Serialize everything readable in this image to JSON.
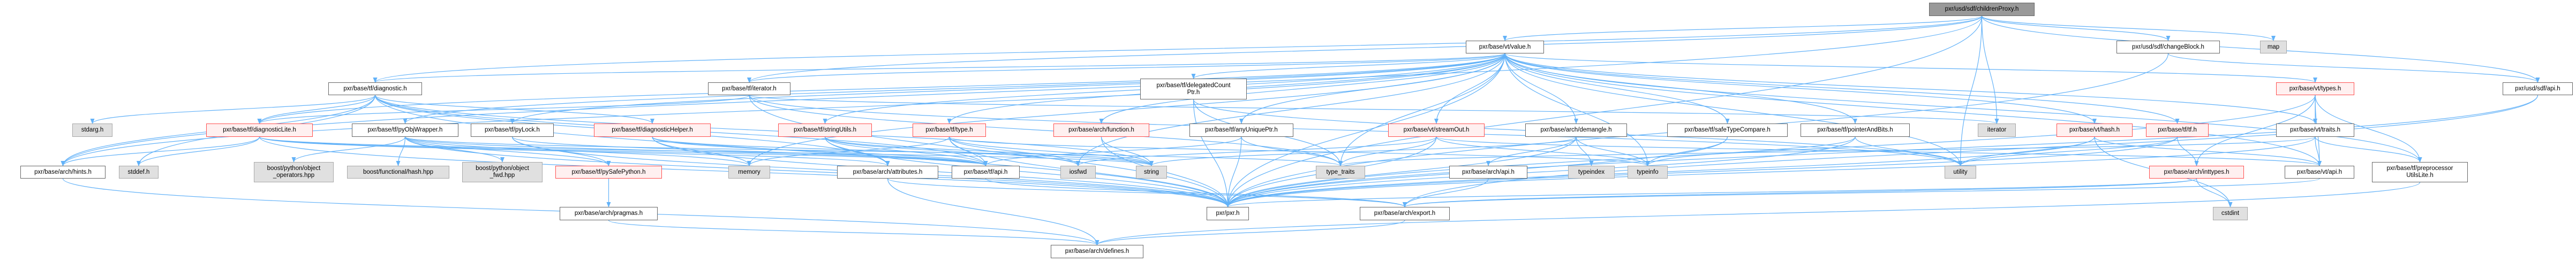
{
  "graph": {
    "title": "pxr/usd/sdf/childrenProxy.h",
    "colors": {
      "edge": "#63b2f8",
      "red_border": "#ff4f4f",
      "red_fill": "#fff0f0",
      "gray_fill": "#e0e0e0",
      "root_fill": "#999999"
    },
    "nodes": [
      {
        "id": "root",
        "label": "pxr/usd/sdf/childrenProxy.h",
        "kind": "root"
      },
      {
        "id": "value",
        "label": "pxr/base/vt/value.h",
        "kind": "normal"
      },
      {
        "id": "changeBlock",
        "label": "pxr/usd/sdf/changeBlock.h",
        "kind": "normal"
      },
      {
        "id": "map",
        "label": "map",
        "kind": "gray"
      },
      {
        "id": "diagnostic",
        "label": "pxr/base/tf/diagnostic.h",
        "kind": "normal"
      },
      {
        "id": "tfIterator",
        "label": "pxr/base/tf/iterator.h",
        "kind": "normal"
      },
      {
        "id": "delegated",
        "label": "pxr/base/tf/delegatedCount\nPtr.h",
        "kind": "normal"
      },
      {
        "id": "vtTypes",
        "label": "pxr/base/vt/types.h",
        "kind": "red"
      },
      {
        "id": "sdfApi",
        "label": "pxr/usd/sdf/api.h",
        "kind": "normal"
      },
      {
        "id": "stdarg",
        "label": "stdarg.h",
        "kind": "gray"
      },
      {
        "id": "diagLite",
        "label": "pxr/base/tf/diagnosticLite.h",
        "kind": "red"
      },
      {
        "id": "pyObjWrapper",
        "label": "pxr/base/tf/pyObjWrapper.h",
        "kind": "normal"
      },
      {
        "id": "pyLock",
        "label": "pxr/base/tf/pyLock.h",
        "kind": "normal"
      },
      {
        "id": "diagHelper",
        "label": "pxr/base/tf/diagnosticHelper.h",
        "kind": "red"
      },
      {
        "id": "stringUtils",
        "label": "pxr/base/tf/stringUtils.h",
        "kind": "red"
      },
      {
        "id": "tfType",
        "label": "pxr/base/tf/type.h",
        "kind": "red"
      },
      {
        "id": "function",
        "label": "pxr/base/arch/function.h",
        "kind": "red"
      },
      {
        "id": "anyUnique",
        "label": "pxr/base/tf/anyUniquePtr.h",
        "kind": "normal"
      },
      {
        "id": "streamOut",
        "label": "pxr/base/vt/streamOut.h",
        "kind": "red"
      },
      {
        "id": "demangle",
        "label": "pxr/base/arch/demangle.h",
        "kind": "normal"
      },
      {
        "id": "safeType",
        "label": "pxr/base/tf/safeTypeCompare.h",
        "kind": "normal"
      },
      {
        "id": "pointerBits",
        "label": "pxr/base/tf/pointerAndBits.h",
        "kind": "normal"
      },
      {
        "id": "iteratorStd",
        "label": "iterator",
        "kind": "gray"
      },
      {
        "id": "vtHash",
        "label": "pxr/base/vt/hash.h",
        "kind": "red"
      },
      {
        "id": "tfTf",
        "label": "pxr/base/tf/tf.h",
        "kind": "red"
      },
      {
        "id": "traits",
        "label": "pxr/base/vt/traits.h",
        "kind": "normal"
      },
      {
        "id": "hints",
        "label": "pxr/base/arch/hints.h",
        "kind": "normal"
      },
      {
        "id": "stddef",
        "label": "stddef.h",
        "kind": "gray"
      },
      {
        "id": "objOps",
        "label": "boost/python/object\n_operators.hpp",
        "kind": "gray"
      },
      {
        "id": "funcHash",
        "label": "boost/functional/hash.hpp",
        "kind": "gray"
      },
      {
        "id": "objFwd",
        "label": "boost/python/object\n_fwd.hpp",
        "kind": "gray"
      },
      {
        "id": "pySafe",
        "label": "pxr/base/tf/pySafePython.h",
        "kind": "red"
      },
      {
        "id": "memory",
        "label": "memory",
        "kind": "gray"
      },
      {
        "id": "attributes",
        "label": "pxr/base/arch/attributes.h",
        "kind": "normal"
      },
      {
        "id": "tfApi",
        "label": "pxr/base/tf/api.h",
        "kind": "normal"
      },
      {
        "id": "iosfwd",
        "label": "iosfwd",
        "kind": "gray"
      },
      {
        "id": "string",
        "label": "string",
        "kind": "gray"
      },
      {
        "id": "typeTraits",
        "label": "type_traits",
        "kind": "gray"
      },
      {
        "id": "archApi",
        "label": "pxr/base/arch/api.h",
        "kind": "normal"
      },
      {
        "id": "typeindex",
        "label": "typeindex",
        "kind": "gray"
      },
      {
        "id": "typeinfo",
        "label": "typeinfo",
        "kind": "gray"
      },
      {
        "id": "utility",
        "label": "utility",
        "kind": "gray"
      },
      {
        "id": "inttypes",
        "label": "pxr/base/arch/inttypes.h",
        "kind": "red"
      },
      {
        "id": "vtApi",
        "label": "pxr/base/vt/api.h",
        "kind": "normal"
      },
      {
        "id": "preproc",
        "label": "pxr/base/tf/preprocessor\nUtilsLite.h",
        "kind": "normal"
      },
      {
        "id": "pragmas",
        "label": "pxr/base/arch/pragmas.h",
        "kind": "normal"
      },
      {
        "id": "pxr",
        "label": "pxr/pxr.h",
        "kind": "normal"
      },
      {
        "id": "exportH",
        "label": "pxr/base/arch/export.h",
        "kind": "normal"
      },
      {
        "id": "cstdint",
        "label": "cstdint",
        "kind": "gray"
      },
      {
        "id": "defines",
        "label": "pxr/base/arch/defines.h",
        "kind": "normal"
      }
    ],
    "edges": [
      [
        "root",
        "value"
      ],
      [
        "root",
        "changeBlock"
      ],
      [
        "root",
        "map"
      ],
      [
        "root",
        "sdfApi"
      ],
      [
        "root",
        "iteratorStd"
      ],
      [
        "root",
        "utility"
      ],
      [
        "root",
        "diagnostic"
      ],
      [
        "root",
        "tfIterator"
      ],
      [
        "root",
        "pxr"
      ],
      [
        "root",
        "hints"
      ],
      [
        "changeBlock",
        "sdfApi"
      ],
      [
        "changeBlock",
        "pxr"
      ],
      [
        "sdfApi",
        "exportH"
      ],
      [
        "sdfApi",
        "pxr"
      ],
      [
        "value",
        "vtTypes"
      ],
      [
        "value",
        "traits"
      ],
      [
        "value",
        "vtHash"
      ],
      [
        "value",
        "tfTf"
      ],
      [
        "value",
        "streamOut"
      ],
      [
        "value",
        "demangle"
      ],
      [
        "value",
        "safeType"
      ],
      [
        "value",
        "pointerBits"
      ],
      [
        "value",
        "anyUnique"
      ],
      [
        "value",
        "delegated"
      ],
      [
        "value",
        "diagnostic"
      ],
      [
        "value",
        "tfIterator"
      ],
      [
        "value",
        "pyObjWrapper"
      ],
      [
        "value",
        "pyLock"
      ],
      [
        "value",
        "stringUtils"
      ],
      [
        "value",
        "tfType"
      ],
      [
        "value",
        "function"
      ],
      [
        "value",
        "typeinfo"
      ],
      [
        "value",
        "typeTraits"
      ],
      [
        "value",
        "iosfwd"
      ],
      [
        "value",
        "utility"
      ],
      [
        "value",
        "pxr"
      ],
      [
        "value",
        "vtApi"
      ],
      [
        "value",
        "preproc"
      ],
      [
        "value",
        "memory"
      ],
      [
        "value",
        "diagLite"
      ],
      [
        "value",
        "hints"
      ],
      [
        "diagnostic",
        "stdarg"
      ],
      [
        "diagnostic",
        "diagLite"
      ],
      [
        "diagnostic",
        "hints"
      ],
      [
        "diagnostic",
        "stddef"
      ],
      [
        "diagnostic",
        "diagHelper"
      ],
      [
        "diagnostic",
        "pxr"
      ],
      [
        "diagnostic",
        "string"
      ],
      [
        "diagnostic",
        "tfApi"
      ],
      [
        "diagnostic",
        "attributes"
      ],
      [
        "diagLite",
        "hints"
      ],
      [
        "diagLite",
        "stddef"
      ],
      [
        "diagLite",
        "pxr"
      ],
      [
        "diagLite",
        "tfApi"
      ],
      [
        "diagLite",
        "attributes"
      ],
      [
        "diagLite",
        "string"
      ],
      [
        "pyObjWrapper",
        "objOps"
      ],
      [
        "pyObjWrapper",
        "funcHash"
      ],
      [
        "pyObjWrapper",
        "objFwd"
      ],
      [
        "pyObjWrapper",
        "pySafe"
      ],
      [
        "pyObjWrapper",
        "memory"
      ],
      [
        "pyObjWrapper",
        "pxr"
      ],
      [
        "pyObjWrapper",
        "tfApi"
      ],
      [
        "pyObjWrapper",
        "typeTraits"
      ],
      [
        "pyLock",
        "pySafe"
      ],
      [
        "pyLock",
        "pxr"
      ],
      [
        "pyLock",
        "tfApi"
      ],
      [
        "pySafe",
        "pragmas"
      ],
      [
        "diagHelper",
        "pxr"
      ],
      [
        "diagHelper",
        "tfApi"
      ],
      [
        "diagHelper",
        "string"
      ],
      [
        "diagHelper",
        "memory"
      ],
      [
        "stringUtils",
        "attributes"
      ],
      [
        "stringUtils",
        "pxr"
      ],
      [
        "stringUtils",
        "tfApi"
      ],
      [
        "stringUtils",
        "string"
      ],
      [
        "stringUtils",
        "iosfwd"
      ],
      [
        "tfType",
        "tfApi"
      ],
      [
        "tfType",
        "pxr"
      ],
      [
        "tfType",
        "iosfwd"
      ],
      [
        "tfType",
        "string"
      ],
      [
        "tfType",
        "memory"
      ],
      [
        "tfType",
        "typeinfo"
      ],
      [
        "function",
        "string"
      ],
      [
        "function",
        "pxr"
      ],
      [
        "anyUnique",
        "typeTraits"
      ],
      [
        "anyUnique",
        "pxr"
      ],
      [
        "anyUnique",
        "tfApi"
      ],
      [
        "delegated",
        "pxr"
      ],
      [
        "delegated",
        "typeTraits"
      ],
      [
        "delegated",
        "utility"
      ],
      [
        "streamOut",
        "pxr"
      ],
      [
        "streamOut",
        "typeTraits"
      ],
      [
        "streamOut",
        "typeinfo"
      ],
      [
        "streamOut",
        "vtApi"
      ],
      [
        "streamOut",
        "iosfwd"
      ],
      [
        "demangle",
        "archApi"
      ],
      [
        "demangle",
        "typeindex"
      ],
      [
        "demangle",
        "typeinfo"
      ],
      [
        "demangle",
        "pxr"
      ],
      [
        "demangle",
        "string"
      ],
      [
        "safeType",
        "typeinfo"
      ],
      [
        "safeType",
        "pxr"
      ],
      [
        "pointerBits",
        "pxr"
      ],
      [
        "pointerBits",
        "utility"
      ],
      [
        "pointerBits",
        "typeinfo"
      ],
      [
        "tfIterator",
        "iteratorStd"
      ],
      [
        "tfIterator",
        "utility"
      ],
      [
        "tfIterator",
        "pxr"
      ],
      [
        "tfIterator",
        "diagLite"
      ],
      [
        "tfIterator",
        "typeTraits"
      ],
      [
        "vtTypes",
        "traits"
      ],
      [
        "vtTypes",
        "vtApi"
      ],
      [
        "vtTypes",
        "inttypes"
      ],
      [
        "vtTypes",
        "preproc"
      ],
      [
        "vtTypes",
        "pxr"
      ],
      [
        "traits",
        "vtApi"
      ],
      [
        "traits",
        "preproc"
      ],
      [
        "traits",
        "pxr"
      ],
      [
        "traits",
        "typeTraits"
      ],
      [
        "vtHash",
        "utility"
      ],
      [
        "vtHash",
        "pxr"
      ],
      [
        "vtHash",
        "vtApi"
      ],
      [
        "tfTf",
        "inttypes"
      ],
      [
        "tfTf",
        "pxr"
      ],
      [
        "tfTf",
        "utility"
      ],
      [
        "inttypes",
        "cstdint"
      ],
      [
        "inttypes",
        "pxr"
      ],
      [
        "inttypes",
        "exportH"
      ],
      [
        "vtApi",
        "exportH"
      ],
      [
        "archApi",
        "exportH"
      ],
      [
        "exportH",
        "defines"
      ],
      [
        "hints",
        "defines"
      ],
      [
        "pragmas",
        "defines"
      ],
      [
        "attributes",
        "exportH"
      ],
      [
        "attributes",
        "defines"
      ],
      [
        "tfApi",
        "exportH"
      ],
      [
        "preproc",
        "defines"
      ],
      [
        "vtHash",
        "cstdint"
      ]
    ]
  }
}
